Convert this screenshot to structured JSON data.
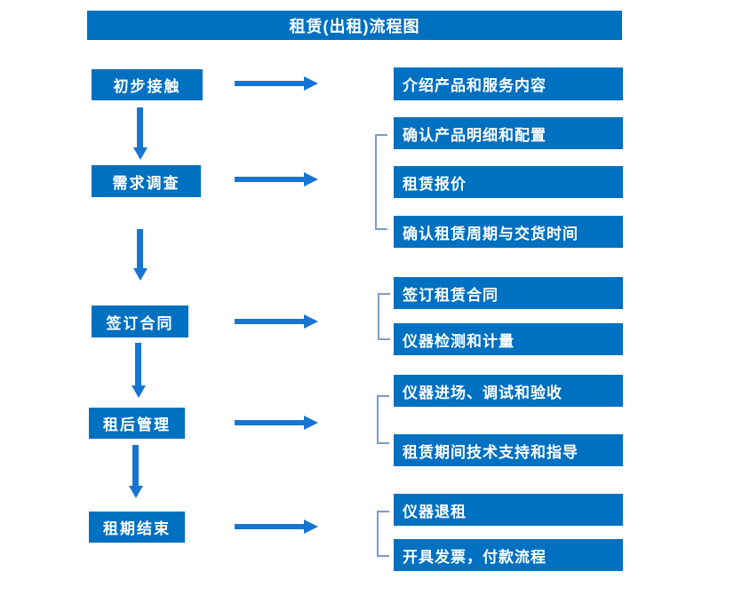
{
  "title": "租赁(出租)流程图",
  "colors": {
    "box": "#0070c0",
    "arrow": "#1775d1",
    "bracket": "#7d9bc9",
    "text": "#ffffff"
  },
  "stages": [
    {
      "label": "初步接触"
    },
    {
      "label": "需求调查"
    },
    {
      "label": "签订合同"
    },
    {
      "label": "租后管理"
    },
    {
      "label": "租期结束"
    }
  ],
  "details": [
    {
      "label": "介绍产品和服务内容"
    },
    {
      "label": "确认产品明细和配置"
    },
    {
      "label": "租赁报价"
    },
    {
      "label": "确认租赁周期与交货时间"
    },
    {
      "label": "签订租赁合同"
    },
    {
      "label": "仪器检测和计量"
    },
    {
      "label": "仪器进场、调试和验收"
    },
    {
      "label": "租赁期间技术支持和指导"
    },
    {
      "label": "仪器退租"
    },
    {
      "label": "开具发票，付款流程"
    }
  ]
}
